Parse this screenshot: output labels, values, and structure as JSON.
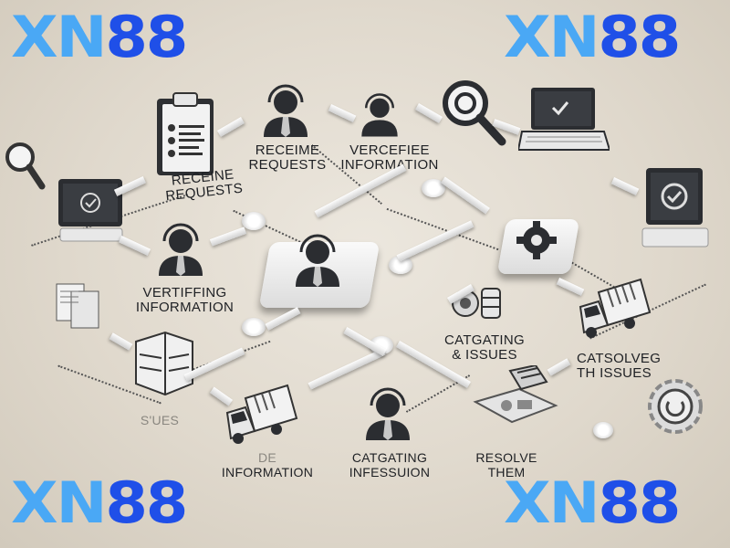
{
  "brand": {
    "logo_text_light": "XN",
    "logo_text_dark": "88",
    "colors": {
      "light": "#4aa8f5",
      "dark": "#1f4fe8"
    },
    "positions": [
      "top-left",
      "top-right",
      "bottom-left",
      "bottom-right"
    ]
  },
  "diagram": {
    "background": "#e6e0d6",
    "nodes": [
      {
        "id": "clipboard",
        "icon": "clipboard-icon",
        "label_line1": "RECEINE",
        "label_line2": "REQUESTS"
      },
      {
        "id": "agent-top",
        "icon": "agent-headset-icon",
        "label_line1": "RECEIME",
        "label_line2": "REQUESTS"
      },
      {
        "id": "agent-top-2",
        "icon": "agent-headset-icon",
        "label_line1": "VERCEFIEE",
        "label_line2": "INFORMATION"
      },
      {
        "id": "magnifier-top",
        "icon": "magnifier-icon"
      },
      {
        "id": "laptop",
        "icon": "laptop-check-icon"
      },
      {
        "id": "search",
        "icon": "search-icon"
      },
      {
        "id": "monitor-left",
        "icon": "monitor-check-icon"
      },
      {
        "id": "agent-left",
        "icon": "agent-headset-icon",
        "label_line1": "VERTIFFING",
        "label_line2": "INFORMATION"
      },
      {
        "id": "agent-center",
        "icon": "agent-headset-icon"
      },
      {
        "id": "gear",
        "icon": "gear-icon"
      },
      {
        "id": "monitor-right",
        "icon": "monitor-check-icon"
      },
      {
        "id": "documents",
        "icon": "documents-icon"
      },
      {
        "id": "server",
        "icon": "server-icon",
        "label_line1": "S'UES"
      },
      {
        "id": "gear-stack",
        "icon": "gear-stack-icon",
        "label_line1": "CATGATING",
        "label_line2": "& ISSUES"
      },
      {
        "id": "truck-right",
        "icon": "truck-icon",
        "label_line1": "CATSOLVEG",
        "label_line2": "TH ISSUES"
      },
      {
        "id": "truck-bottom",
        "icon": "truck-icon",
        "label_line1": "DE",
        "label_line2": "INFORMATION"
      },
      {
        "id": "agent-bottom",
        "icon": "agent-headset-icon",
        "label_line1": "CATGATING",
        "label_line2": "INFESSUION"
      },
      {
        "id": "resolve",
        "icon": "tools-panel-icon",
        "label_line1": "RESOLVE",
        "label_line2": "THEM"
      },
      {
        "id": "refresh",
        "icon": "refresh-gear-icon"
      }
    ]
  }
}
